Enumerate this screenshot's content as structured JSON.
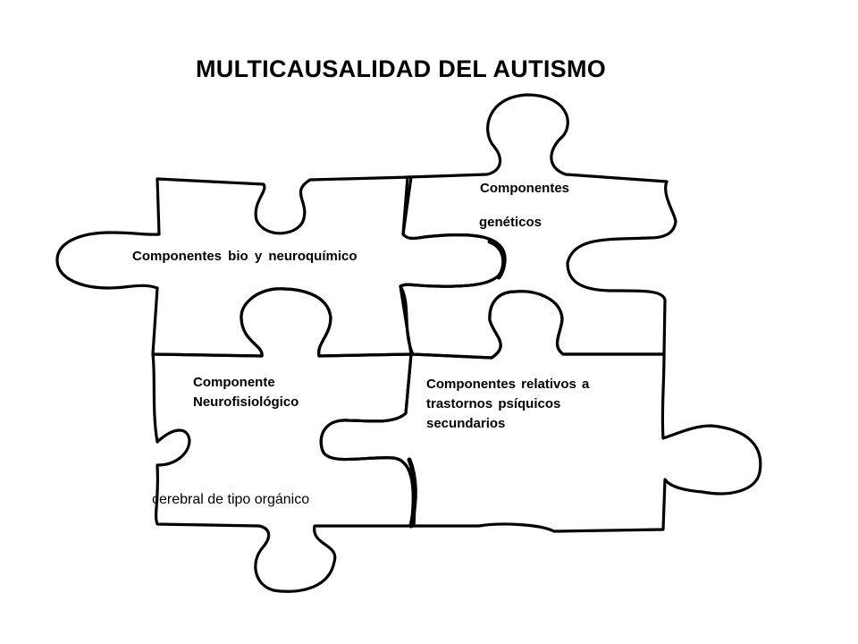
{
  "title": "MULTICAUSALIDAD DEL AUTISMO",
  "pieces": {
    "genetic": {
      "line1": "Componentes",
      "line2": "genéticos"
    },
    "bio": {
      "label": "Componentes  bio y neuroquímico"
    },
    "neuro": {
      "lines": [
        "Componente",
        "Neurofisiológico"
      ]
    },
    "psychic": {
      "lines": [
        "Componentes  relativos a",
        "trastornos  psíquicos",
        "secundarios"
      ]
    },
    "cerebral": {
      "label": "cerebral de  tipo orgánico"
    }
  },
  "colors": {
    "stroke": "#000000",
    "background": "#ffffff"
  }
}
